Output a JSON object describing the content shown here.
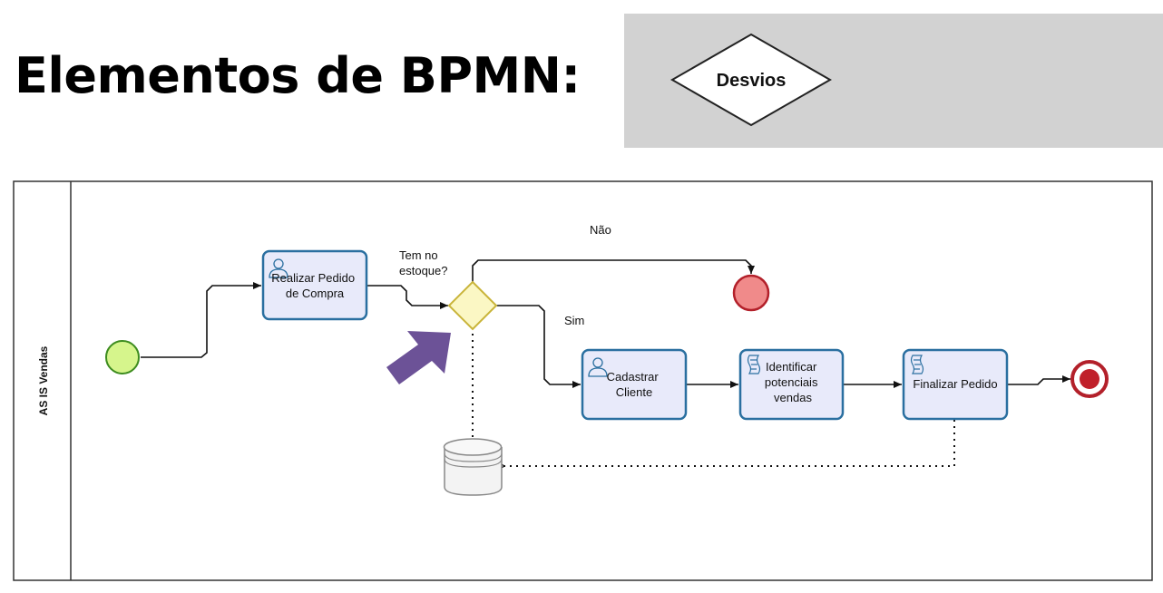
{
  "slide": {
    "title": "Elementos de BPMN:"
  },
  "legend": {
    "shape_label": "Desvios"
  },
  "pool": {
    "lane_label": "AS IS Vendas"
  },
  "tasks": {
    "realizar_pedido": [
      "Realizar Pedido",
      "de Compra"
    ],
    "cadastrar_cliente": [
      "Cadastrar",
      "Cliente"
    ],
    "identificar_vendas": [
      "Identificar",
      "potenciais",
      "vendas"
    ],
    "finalizar_pedido": [
      "Finalizar Pedido"
    ]
  },
  "gateway": {
    "question": [
      "Tem no",
      "estoque?"
    ]
  },
  "flows": {
    "no_label": "Não",
    "yes_label": "Sim"
  },
  "colors": {
    "task_fill": "#e8eafa",
    "task_stroke": "#2a6fa0",
    "start_fill": "#d6f58c",
    "start_stroke": "#3d8c1f",
    "end_fill": "#f08a8a",
    "end_stroke": "#b3202a",
    "gateway_fill": "#fbf7c4",
    "gateway_stroke": "#c9b43a",
    "arrow_highlight": "#6c5297",
    "legend_bg": "#d2d2d2"
  },
  "icons": {
    "user_task": "user-task-icon",
    "script_task": "script-task-icon",
    "data_store": "data-store-icon"
  }
}
